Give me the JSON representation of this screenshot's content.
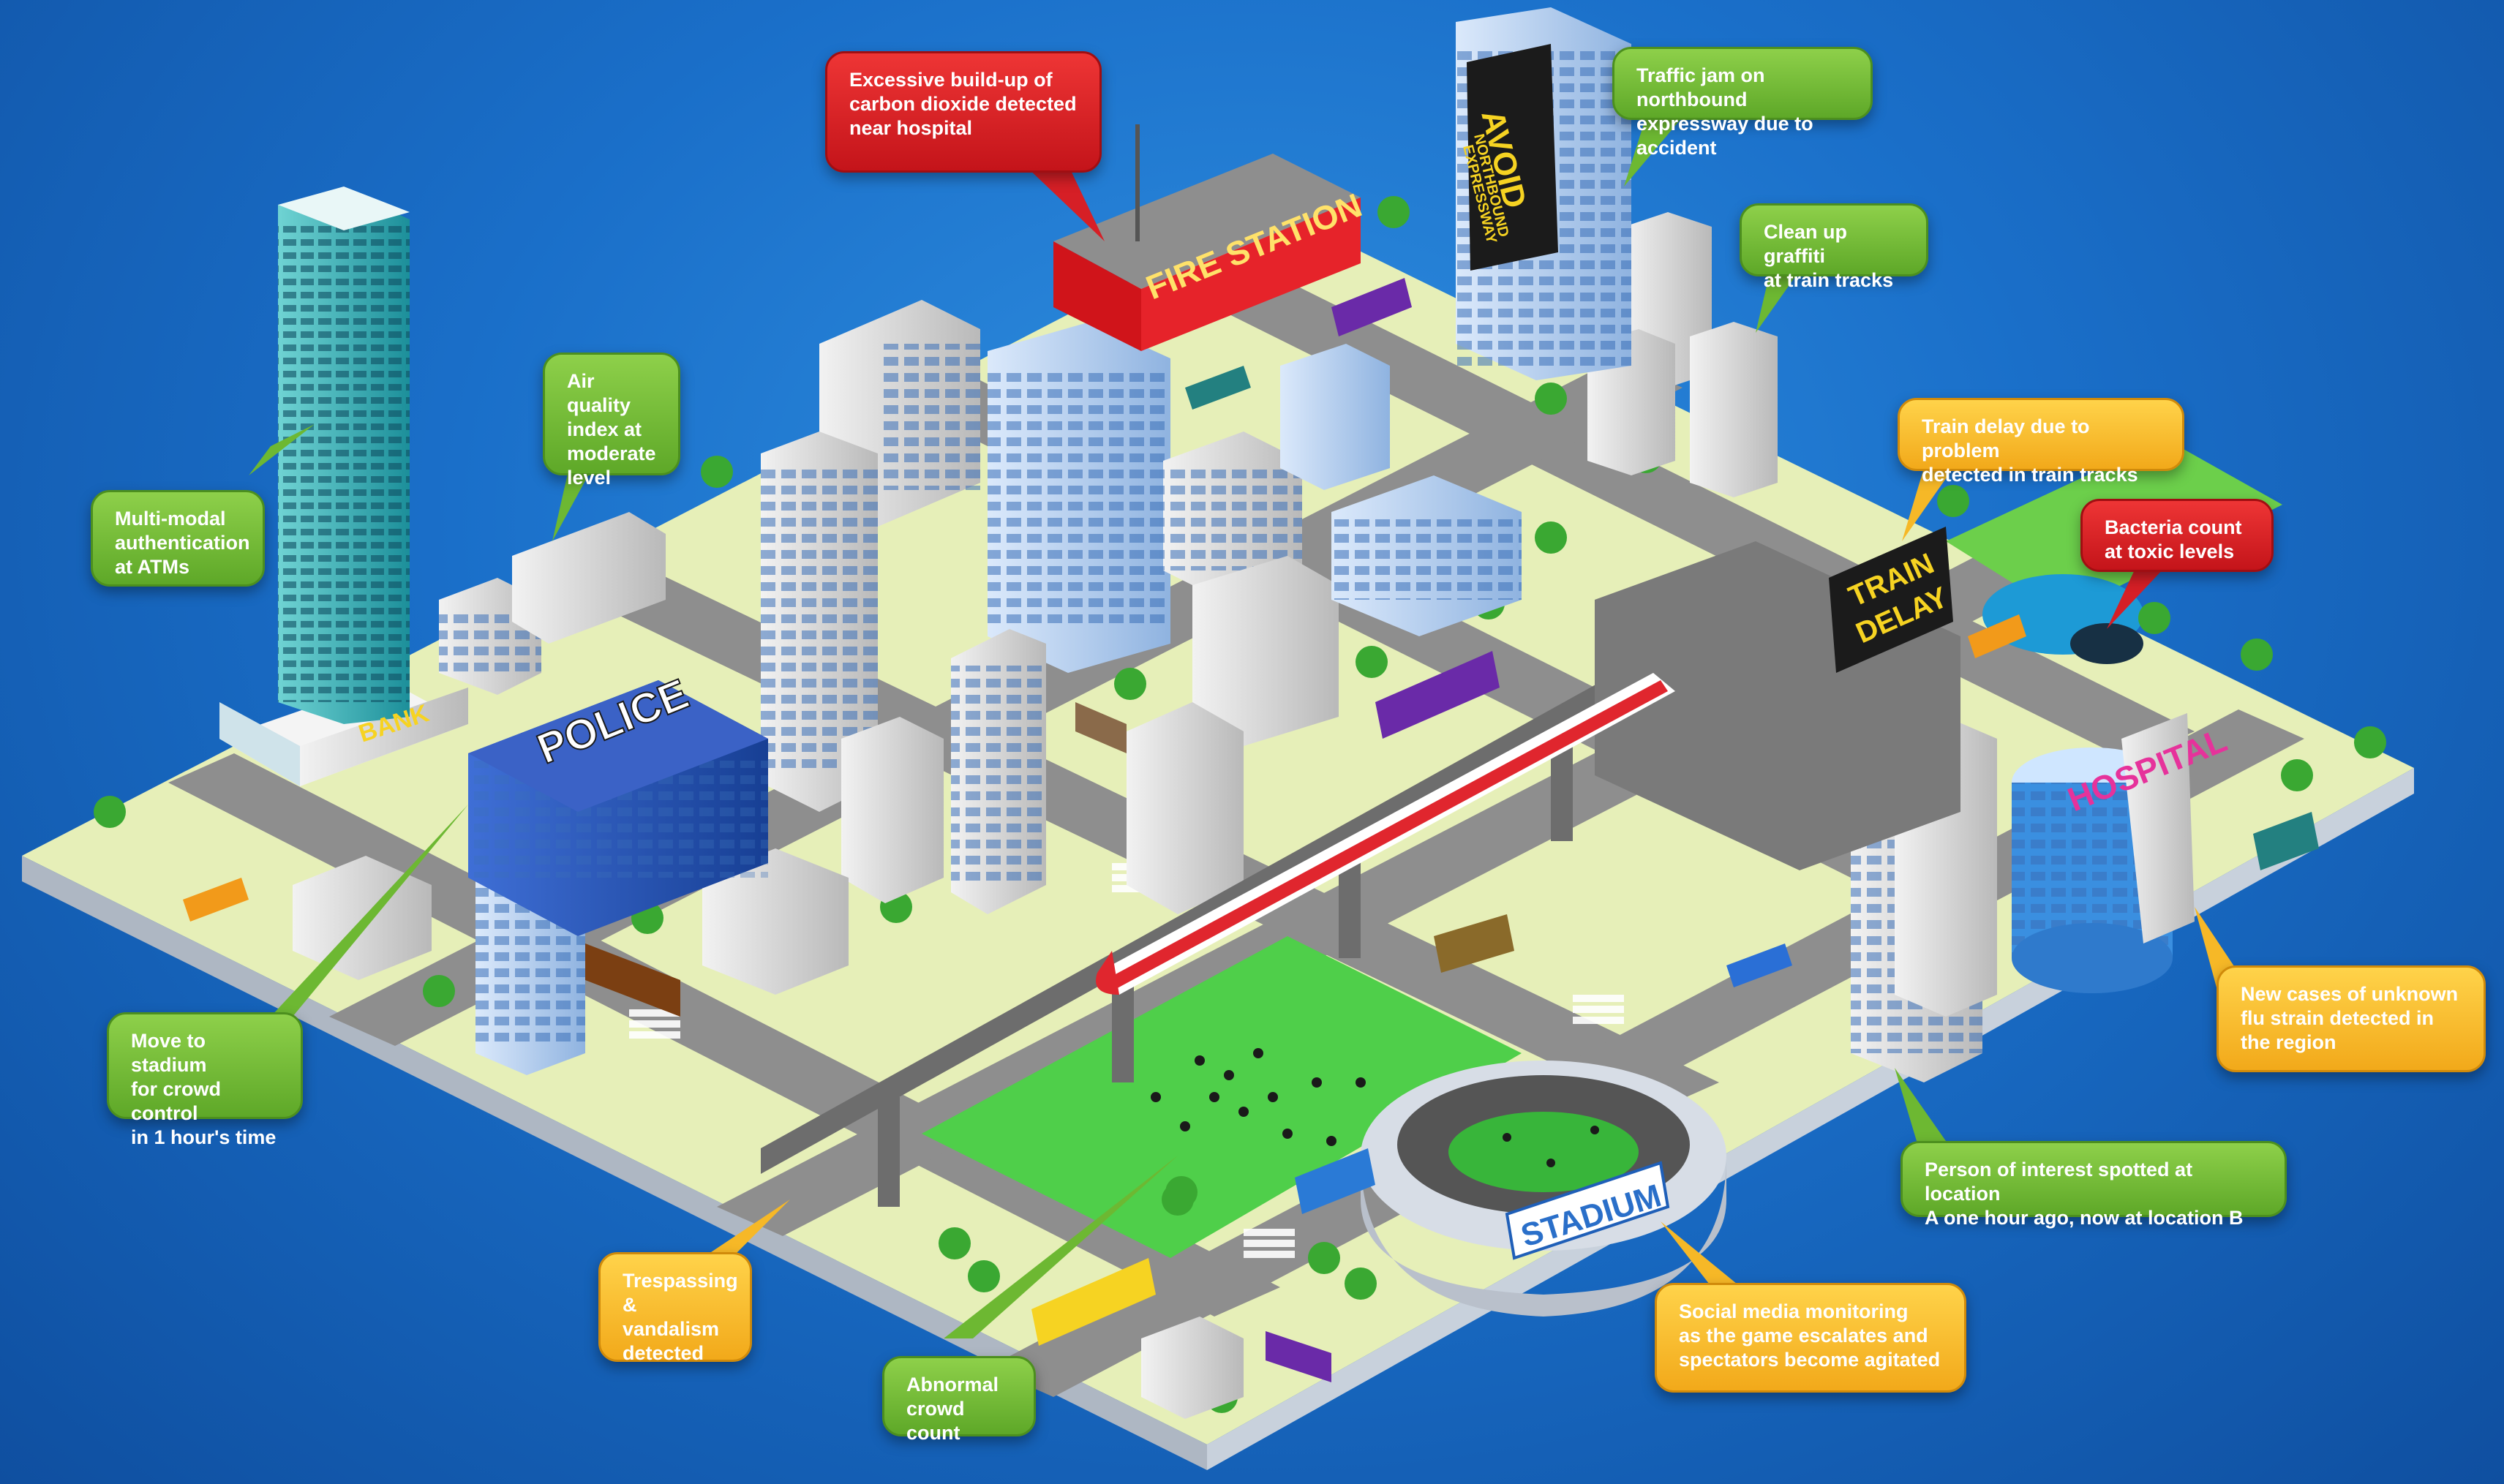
{
  "buildings": {
    "fire_station": "FIRE STATION",
    "police": "POLICE",
    "bank": "BANK",
    "hospital": "HOSPITAL",
    "stadium": "STADIUM"
  },
  "signs": {
    "billboard_line1": "AVOID",
    "billboard_line2": "NORTHBOUND",
    "billboard_line3": "EXPRESSWAY",
    "train_line1": "TRAIN",
    "train_line2": "DELAY"
  },
  "callouts": {
    "co2": "Excessive build-up of\ncarbon dioxide detected\nnear hospital",
    "traffic": "Traffic jam on northbound\nexpressway due to accident",
    "graffiti": "Clean up graffiti\nat train tracks",
    "air_quality": "Air quality\nindex at\nmoderate\nlevel",
    "atm": "Multi-modal\nauthentication\nat ATMs",
    "train_delay": "Train delay due to problem\ndetected in train tracks",
    "bacteria": "Bacteria count\nat toxic levels",
    "stadium_move": "Move to stadium\nfor crowd control\nin 1 hour's time",
    "flu": "New cases of unknown\nflu strain detected in\nthe region",
    "person": "Person of interest spotted at location\nA one hour ago, now at location B",
    "trespass": "Trespassing\n& vandalism\ndetected",
    "social": "Social media monitoring\nas the game escalates and\nspectators become agitated",
    "crowd": "Abnormal\ncrowd count"
  },
  "colors": {
    "green": "#6db832",
    "yellow": "#f6b827",
    "red": "#d61f26",
    "background": "#1a6fc9",
    "ground": "#e6efb8",
    "road": "#8e8e8e"
  }
}
